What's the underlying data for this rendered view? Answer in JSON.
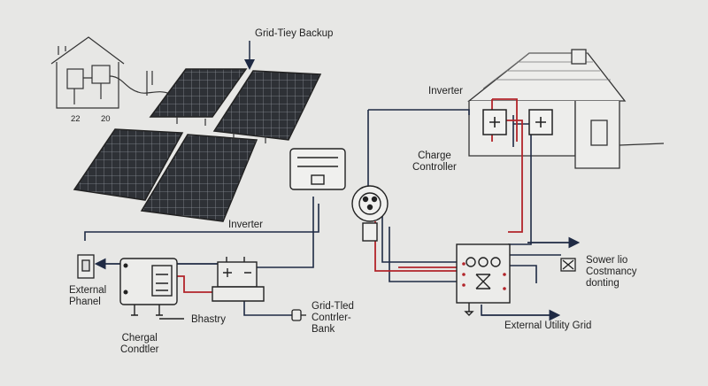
{
  "labels": {
    "grid_tie_backup": "Grid-Tiey Backup",
    "inverter_top": "Inverter",
    "charge_controller": "Charge\nController",
    "inverter_mid": "Inverter",
    "external_phanel": "External\nPhanel",
    "bhastry": "Bhastry",
    "grid_tied_bank": "Grid-Tled\nContrler-\nBank",
    "chergal_condtler": "Chergal\nCondtler",
    "sower_lio": "Sower lio\nCostmancy\ndonting",
    "external_utility_grid": "External Utility Grid",
    "num_22": "22",
    "num_20": "20"
  },
  "colors": {
    "background": "#e7e7e5",
    "line_dark": "#1f2a44",
    "line_red": "#b2242a",
    "line_grey": "#2b2b2b",
    "panel_fill": "#2e3136"
  }
}
